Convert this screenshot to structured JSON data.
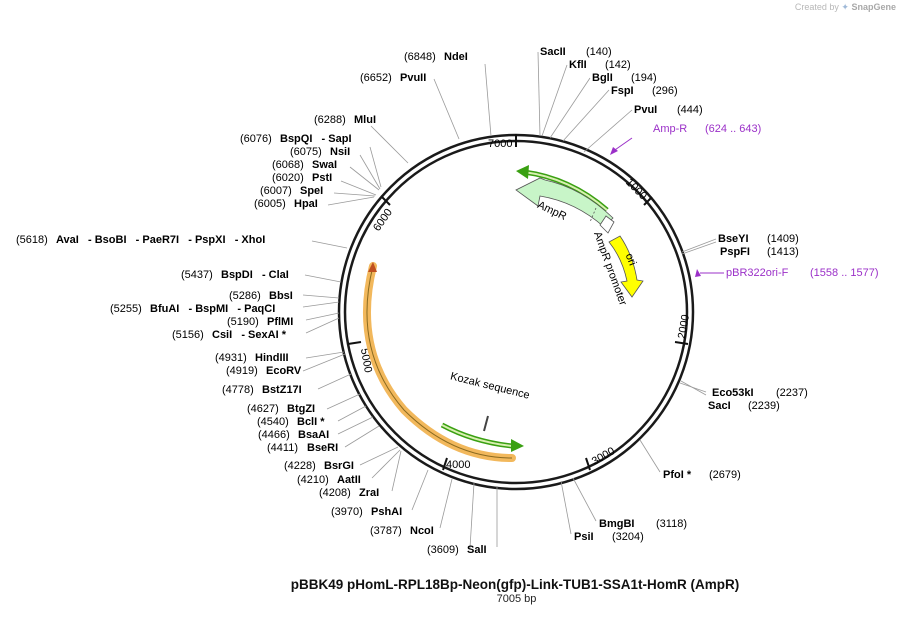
{
  "credit": {
    "prefix": "Created by",
    "brand": "SnapGene"
  },
  "title": "pBBK49 pHomL-RPL18Bp-Neon(gfp)-Link-TUB1-SSA1t-HomR (AmpR)",
  "subtitle": "7005 bp",
  "scale_ticks": [
    "1000",
    "2000",
    "3000",
    "4000",
    "5000",
    "6000",
    "7000"
  ],
  "sites": [
    {
      "pos": "(6848)",
      "name": "NdeI"
    },
    {
      "pos": "(6652)",
      "name": "PvuII"
    },
    {
      "pos": "(6288)",
      "name": "MluI"
    },
    {
      "pos": "(6076)",
      "name": "BspQI   - SapI"
    },
    {
      "pos": "(6075)",
      "name": "NsiI"
    },
    {
      "pos": "(6068)",
      "name": "SwaI"
    },
    {
      "pos": "(6020)",
      "name": "PstI"
    },
    {
      "pos": "(6007)",
      "name": "SpeI"
    },
    {
      "pos": "(6005)",
      "name": "HpaI"
    },
    {
      "pos": "(5618)",
      "name": "AvaI   - BsoBI   - PaeR7I   - PspXI   - XhoI"
    },
    {
      "pos": "(5437)",
      "name": "BspDI   - ClaI"
    },
    {
      "pos": "(5286)",
      "name": "BbsI"
    },
    {
      "pos": "(5255)",
      "name": "BfuAI   - BspMI   - PaqCI"
    },
    {
      "pos": "(5190)",
      "name": "PflMI"
    },
    {
      "pos": "(5156)",
      "name": "CsiI   - SexAI *"
    },
    {
      "pos": "(4931)",
      "name": "HindIII"
    },
    {
      "pos": "(4919)",
      "name": "EcoRV"
    },
    {
      "pos": "(4778)",
      "name": "BstZ17I"
    },
    {
      "pos": "(4627)",
      "name": "BtgZI"
    },
    {
      "pos": "(4540)",
      "name": "BclI *"
    },
    {
      "pos": "(4466)",
      "name": "BsaAI"
    },
    {
      "pos": "(4411)",
      "name": "BseRI"
    },
    {
      "pos": "(4228)",
      "name": "BsrGI"
    },
    {
      "pos": "(4210)",
      "name": "AatII"
    },
    {
      "pos": "(4208)",
      "name": "ZraI"
    },
    {
      "pos": "(3970)",
      "name": "PshAI"
    },
    {
      "pos": "(3787)",
      "name": "NcoI"
    },
    {
      "pos": "(3609)",
      "name": "SalI"
    },
    {
      "pos": "(3204)",
      "name": "PsiI"
    },
    {
      "pos": "(3118)",
      "name": "BmgBI"
    },
    {
      "pos": "(2679)",
      "name": "PfoI *"
    },
    {
      "pos": "(2239)",
      "name": "SacI"
    },
    {
      "pos": "(2237)",
      "name": "Eco53kI"
    },
    {
      "pos": "(1413)",
      "name": "PspFI"
    },
    {
      "pos": "(1409)",
      "name": "BseYI"
    },
    {
      "pos": "(444)",
      "name": "PvuI"
    },
    {
      "pos": "(296)",
      "name": "FspI"
    },
    {
      "pos": "(194)",
      "name": "BglI"
    },
    {
      "pos": "(142)",
      "name": "KflI"
    },
    {
      "pos": "(140)",
      "name": "SacII"
    }
  ],
  "primers": [
    {
      "name": "Amp-R",
      "range": "(624 .. 643)"
    },
    {
      "name": "pBR322ori-F",
      "range": "(1558 .. 1577)"
    }
  ],
  "features": {
    "ampr": "AmpR",
    "ampr_promoter": "AmpR promoter",
    "ori": "ori",
    "kozak": "Kozak sequence"
  },
  "colors": {
    "backbone": "#1a1a1a",
    "primer": "#9b30c8",
    "ampr_fill": "#c8f5c8",
    "ori_fill": "#ffff00",
    "green_arrow": "#3aa012",
    "orange_arc": "#f2b85c"
  }
}
